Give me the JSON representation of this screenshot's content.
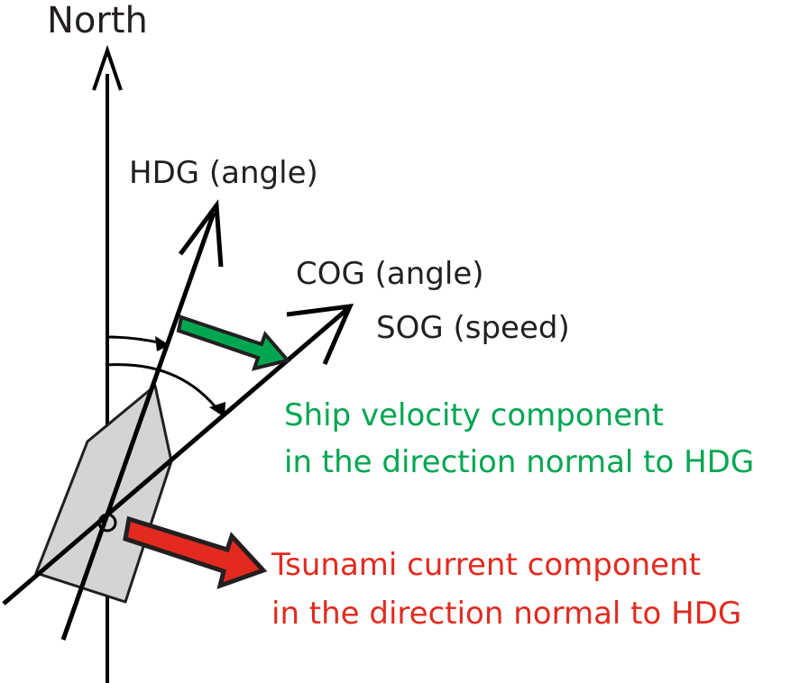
{
  "labels": {
    "north": "North",
    "hdg": "HDG (angle)",
    "cog": "COG (angle)",
    "sog": "SOG (speed)",
    "ship_velocity": {
      "line1": "Ship velocity component",
      "line2": "in the direction normal to HDG"
    },
    "tsunami_current": {
      "line1": "Tsunami current component",
      "line2": "in the direction normal to HDG"
    }
  },
  "colors": {
    "line": "#000000",
    "text": "#231f20",
    "ship_fill": "#d4d4d4",
    "ship_velocity": "#00a651",
    "tsunami_current": "#e22a1f",
    "arrow_outline": "#231f20"
  }
}
